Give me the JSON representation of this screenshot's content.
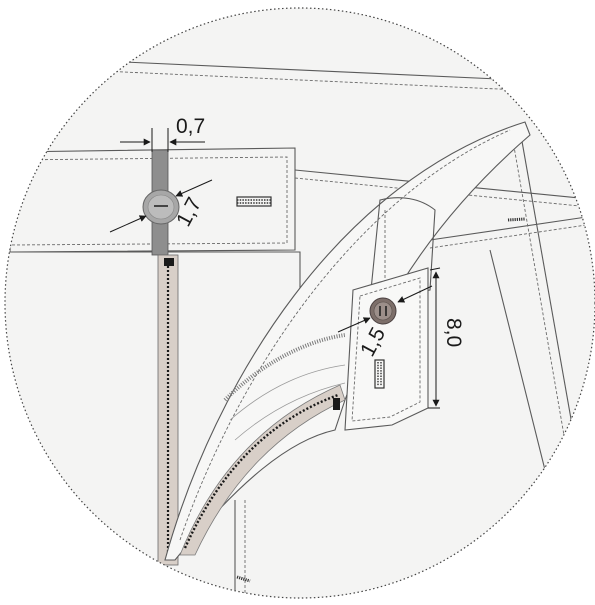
{
  "dimensions": {
    "waistband_tab_width": "0,7",
    "front_button_diameter": "1,7",
    "fly_button_diameter": "1,5",
    "fly_tab_height": "8,0"
  },
  "colors": {
    "background": "#ffffff",
    "fabric": "#f4f4f3",
    "outline": "#5a5a5a",
    "zipper_tape": "#d8cfc8",
    "button": "#a7a7a7",
    "fly_button": "#7d6f6a",
    "tab_dark": "#8e8e8e"
  }
}
